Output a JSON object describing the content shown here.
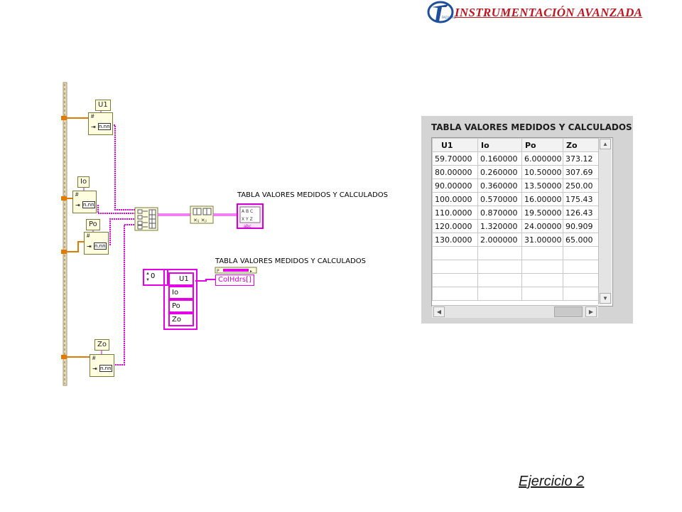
{
  "header": {
    "brand_title": "INSTRUMENTACIÓN AVANZADA",
    "logo_text": "FACULTAD DE INGENIERÍA",
    "accent_color": "#c0141f"
  },
  "diagram": {
    "constants": [
      {
        "name": "const-u1",
        "label": "U1"
      },
      {
        "name": "const-io",
        "label": "Io"
      },
      {
        "name": "const-po",
        "label": "Po"
      },
      {
        "name": "const-zo",
        "label": "Zo"
      }
    ],
    "format_node_glyph": "n.nn",
    "table_terminal_label": "TABLA VALORES MEDIDOS Y CALCULADOS",
    "property_node_label": "TABLA VALORES MEDIDOS Y CALCULADOS",
    "property_name": "ColHdrs[]",
    "array_index": "0",
    "array_items": [
      "U1",
      "Io",
      "Po",
      "Zo"
    ],
    "wire_color": "#e600e6",
    "wire_color_orange": "#e07b00"
  },
  "table": {
    "title": "TABLA VALORES MEDIDOS Y CALCULADOS",
    "headers": [
      "U1",
      "Io",
      "Po",
      "Zo"
    ],
    "rows": [
      [
        "59.70000",
        "0.160000",
        "6.000000",
        "373.12"
      ],
      [
        "80.00000",
        "0.260000",
        "10.50000",
        "307.69"
      ],
      [
        "90.00000",
        "0.360000",
        "13.50000",
        "250.00"
      ],
      [
        "100.0000",
        "0.570000",
        "16.00000",
        "175.43"
      ],
      [
        "110.0000",
        "0.870000",
        "19.50000",
        "126.43"
      ],
      [
        "120.0000",
        "1.320000",
        "24.00000",
        "90.909"
      ],
      [
        "130.0000",
        "2.000000",
        "31.00000",
        "65.000"
      ],
      [
        "",
        "",
        "",
        ""
      ],
      [
        "",
        "",
        "",
        ""
      ],
      [
        "",
        "",
        "",
        ""
      ],
      [
        "",
        "",
        "",
        ""
      ]
    ]
  },
  "footer": {
    "label": "Ejercicio 2"
  }
}
